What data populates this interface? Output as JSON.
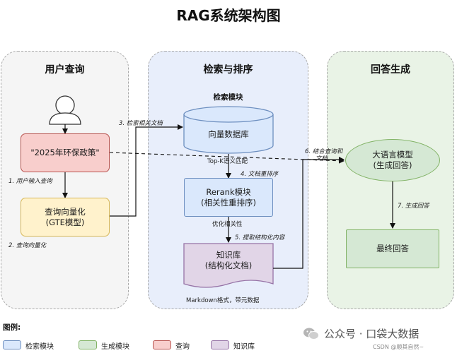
{
  "title": "RAG系统架构图",
  "panels": {
    "user_query": "用户查询",
    "retrieval_ranking": "检索与排序",
    "answer_generation": "回答生成"
  },
  "module_caption": "检索模块",
  "nodes": {
    "query_text": "\"2025年环保政策\"",
    "query_vector_line1": "查询向量化",
    "query_vector_line2": "(GTE模型)",
    "vector_db": "向量数据库",
    "rerank_line1": "Rerank模块",
    "rerank_line2": "(相关性重排序)",
    "kb_line1": "知识库",
    "kb_line2": "(结构化文档)",
    "llm_line1": "大语言模型",
    "llm_line2": "(生成回答)",
    "final_answer": "最终回答"
  },
  "steps": {
    "s1": "1. 用户输入查询",
    "s2": "2. 查询向量化",
    "s3": "3. 检索相关文档",
    "s4": "4. 文档重排序",
    "s5": "5. 提取结构化内容",
    "s6_line1": "6. 结合查询和",
    "s6_line2": "文档",
    "s7": "7. 生成回答"
  },
  "annotations": {
    "topk": "Top-K语义匹配",
    "optimize": "优化相关性",
    "markdown": "Markdown格式，带元数据"
  },
  "legend": {
    "title": "图例:",
    "items": [
      {
        "label": "检索模块",
        "fill": "#dae8fc",
        "stroke": "#6c8ebf"
      },
      {
        "label": "生成模块",
        "fill": "#d5e8d4",
        "stroke": "#82b366"
      },
      {
        "label": "查询",
        "fill": "#f8cecc",
        "stroke": "#b85450"
      },
      {
        "label": "知识库",
        "fill": "#e1d5e7",
        "stroke": "#9673a6"
      }
    ]
  },
  "footer": {
    "brand": "公众号 · 口袋大数据",
    "watermark": "CSDN @顺其自然~"
  },
  "colors": {
    "retrieval_fill": "#dae8fc",
    "retrieval_stroke": "#6c8ebf",
    "generation_fill": "#d5e8d4",
    "generation_stroke": "#82b366",
    "query_fill": "#f8cecc",
    "query_stroke": "#b85450",
    "kb_fill": "#e1d5e7",
    "kb_stroke": "#9673a6",
    "vector_fill": "#fff2cc",
    "vector_stroke": "#d6b656"
  }
}
